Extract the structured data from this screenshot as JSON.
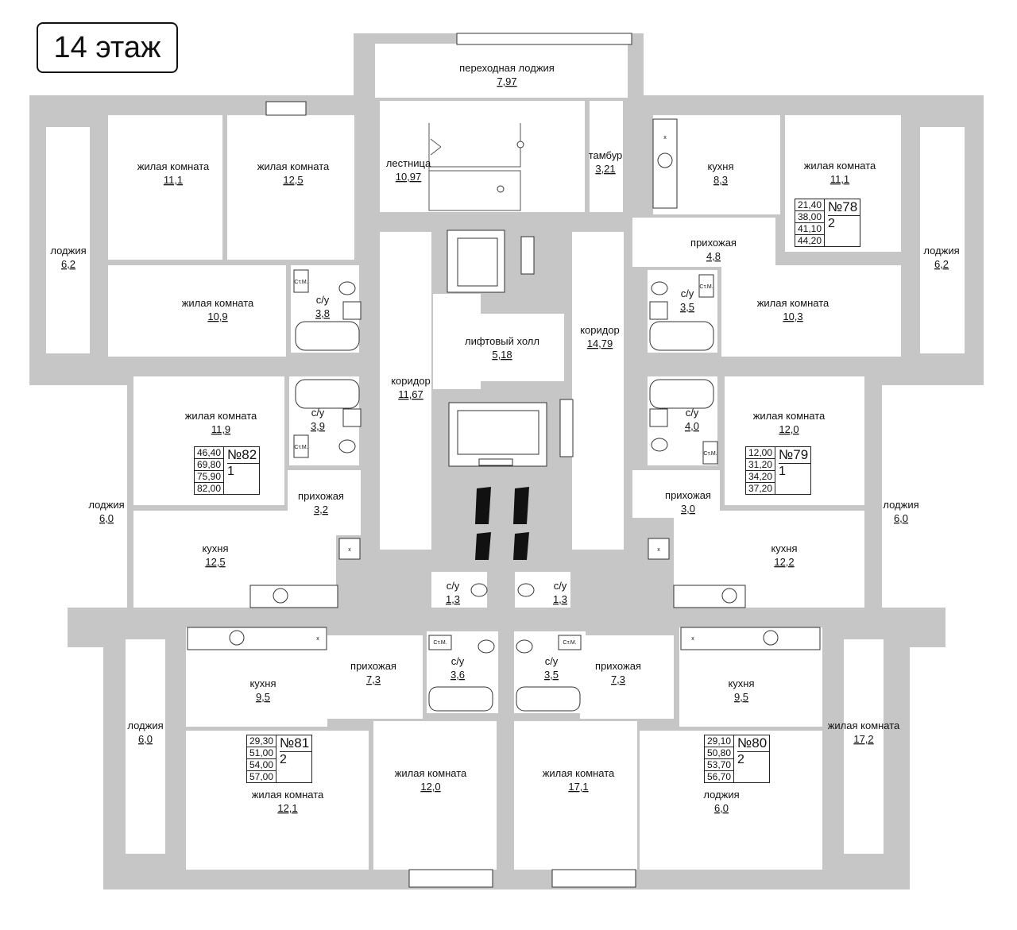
{
  "floor": {
    "title": "14 этаж"
  },
  "rooms": [
    {
      "id": "r1",
      "name": "переходная лоджия",
      "area": "7,97"
    },
    {
      "id": "r2",
      "name": "лестница",
      "area": "10,97"
    },
    {
      "id": "r3",
      "name": "тамбур",
      "area": "3,21"
    },
    {
      "id": "r4",
      "name": "лифтовый холл",
      "area": "5,18"
    },
    {
      "id": "r5",
      "name": "коридор",
      "area": "14,79"
    },
    {
      "id": "r6",
      "name": "коридор",
      "area": "11,67"
    },
    {
      "id": "r7",
      "name": "жилая комната",
      "area": "11,1"
    },
    {
      "id": "r8",
      "name": "жилая комната",
      "area": "12,5"
    },
    {
      "id": "r9",
      "name": "лоджия",
      "area": "6,2"
    },
    {
      "id": "r10",
      "name": "жилая комната",
      "area": "10,9"
    },
    {
      "id": "r11",
      "name": "с/у",
      "area": "3,8"
    },
    {
      "id": "r12",
      "name": "жилая комната",
      "area": "11,9"
    },
    {
      "id": "r13",
      "name": "с/у",
      "area": "3,9"
    },
    {
      "id": "r14",
      "name": "прихожая",
      "area": "3,2"
    },
    {
      "id": "r15",
      "name": "лоджия",
      "area": "6,0"
    },
    {
      "id": "r16",
      "name": "кухня",
      "area": "12,5"
    },
    {
      "id": "r17",
      "name": "кухня",
      "area": "8,3"
    },
    {
      "id": "r18",
      "name": "жилая комната",
      "area": "11,1"
    },
    {
      "id": "r19",
      "name": "прихожая",
      "area": "4,8"
    },
    {
      "id": "r20",
      "name": "лоджия",
      "area": "6,2"
    },
    {
      "id": "r21",
      "name": "с/у",
      "area": "3,5"
    },
    {
      "id": "r22",
      "name": "жилая комната",
      "area": "10,3"
    },
    {
      "id": "r23",
      "name": "с/у",
      "area": "4,0"
    },
    {
      "id": "r24",
      "name": "жилая комната",
      "area": "12,0"
    },
    {
      "id": "r25",
      "name": "прихожая",
      "area": "3,0"
    },
    {
      "id": "r26",
      "name": "лоджия",
      "area": "6,0"
    },
    {
      "id": "r27",
      "name": "кухня",
      "area": "12,2"
    },
    {
      "id": "r28",
      "name": "с/у",
      "area": "1,3"
    },
    {
      "id": "r29",
      "name": "с/у",
      "area": "1,3"
    },
    {
      "id": "r30",
      "name": "кухня",
      "area": "9,5"
    },
    {
      "id": "r31",
      "name": "прихожая",
      "area": "7,3"
    },
    {
      "id": "r32",
      "name": "с/у",
      "area": "3,6"
    },
    {
      "id": "r33",
      "name": "с/у",
      "area": "3,5"
    },
    {
      "id": "r34",
      "name": "прихожая",
      "area": "7,3"
    },
    {
      "id": "r35",
      "name": "кухня",
      "area": "9,5"
    },
    {
      "id": "r36",
      "name": "лоджия",
      "area": "6,0"
    },
    {
      "id": "r37",
      "name": "жилая комната",
      "area": "17,2"
    },
    {
      "id": "r38",
      "name": "жилая комната",
      "area": "12,1"
    },
    {
      "id": "r39",
      "name": "жилая комната",
      "area": "12,0"
    },
    {
      "id": "r40",
      "name": "жилая комната",
      "area": "17,1"
    },
    {
      "id": "r41",
      "name": "лоджия",
      "area": "6,0"
    }
  ],
  "apartments": {
    "a78": {
      "number": "№78",
      "rooms": "2",
      "areas": [
        "21,40",
        "38,00",
        "41,10",
        "44,20"
      ]
    },
    "a82": {
      "number": "№82",
      "rooms": "1",
      "areas": [
        "46,40",
        "69,80",
        "75,90",
        "82,00"
      ]
    },
    "a79": {
      "number": "№79",
      "rooms": "1",
      "areas": [
        "12,00",
        "31,20",
        "34,20",
        "37,20"
      ]
    },
    "a81": {
      "number": "№81",
      "rooms": "2",
      "areas": [
        "29,30",
        "51,00",
        "54,00",
        "57,00"
      ]
    },
    "a80": {
      "number": "№80",
      "rooms": "2",
      "areas": [
        "29,10",
        "50,80",
        "53,70",
        "56,70"
      ]
    }
  },
  "fixtures": {
    "washer_label": "Ст.М.",
    "stove_mark": "х"
  }
}
